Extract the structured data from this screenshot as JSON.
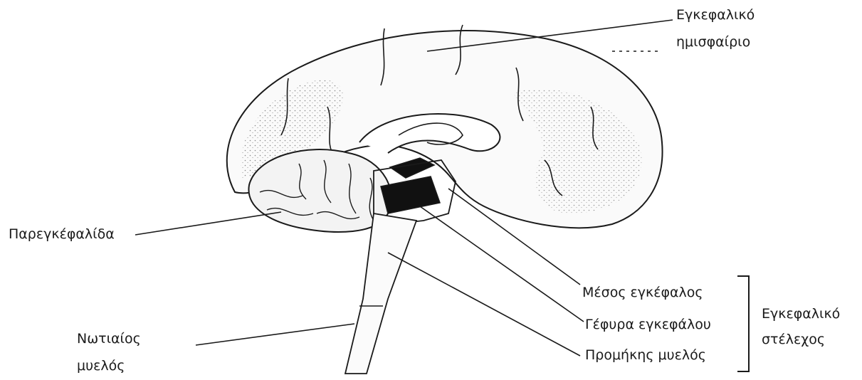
{
  "labels": {
    "hemisphere": {
      "line1": "Εγκεφαλικό",
      "line2": "ημισφαίριο"
    },
    "cerebellum": "Παρεγκέφαλίδα",
    "spinal_cord": {
      "line1": "Νωτιαίος",
      "line2": "μυελός"
    },
    "midbrain": "Μέσος εγκέφαλος",
    "pons": "Γέφυρα εγκεφάλου",
    "medulla": "Προμήκης μυελός",
    "brainstem": {
      "line1": "Εγκεφαλικό",
      "line2": "στέλεχος"
    }
  },
  "colors": {
    "ink": "#1a1a1a",
    "paper": "#ffffff",
    "fill_dark": "#111111"
  }
}
